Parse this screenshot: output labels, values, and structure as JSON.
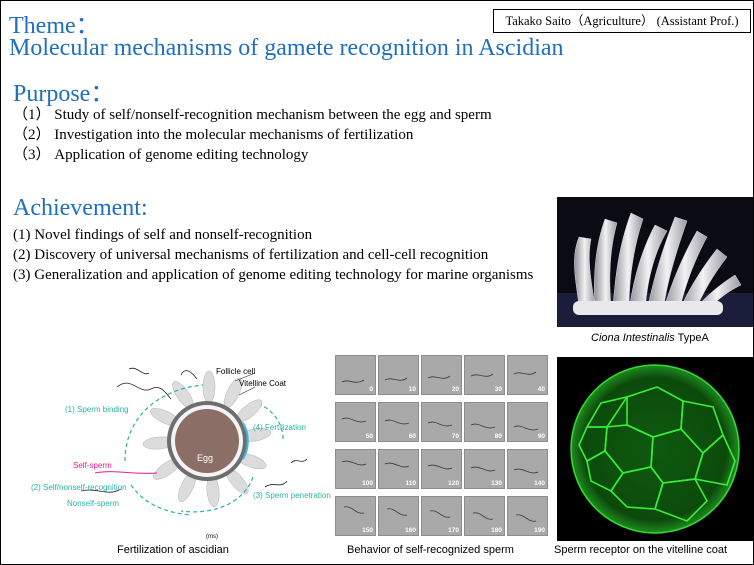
{
  "theme_label": "Theme：",
  "title": "Molecular mechanisms of gamete recognition in Ascidian",
  "author": "Takako Saito（Agriculture） (Assistant Prof.)",
  "purpose": {
    "heading": "Purpose：",
    "items": [
      "（1） Study of self/nonself-recognition mechanism between the egg and sperm",
      "（2） Investigation into the molecular mechanisms of fertilization",
      "（3） Application of genome editing technology"
    ]
  },
  "achievement": {
    "heading": "Achievement:",
    "items": [
      "(1) Novel findings of self and nonself-recognition",
      "(2) Discovery of universal mechanisms of fertilization and cell-cell recognition",
      "(3) Generalization and application of genome editing technology for marine organisms"
    ]
  },
  "photo_caption": {
    "italic": "Ciona Intestinalis",
    "normal": " TypeA"
  },
  "diagram": {
    "follicle_cell": "Follicle cell",
    "vitelline_coat": "Vitelline Coat",
    "sperm_binding": "(1) Sperm binding",
    "fertilization": "(4) Fertilization",
    "egg": "Egg",
    "self_sperm": "Self-sperm",
    "self_nonself": "(2) Self/nonself-recognition",
    "nonself_sperm": "Nonself-sperm",
    "sperm_penetration": "(3) Sperm penetration",
    "caption": "Fertilization of ascidian"
  },
  "timelapse": {
    "labels": [
      "0",
      "10",
      "20",
      "30",
      "40",
      "50",
      "60",
      "70",
      "80",
      "90",
      "100",
      "110",
      "120",
      "130",
      "140",
      "150",
      "160",
      "170",
      "180",
      "190"
    ],
    "unit": "(ms)",
    "caption": "Behavior of self-recognized sperm"
  },
  "micro_caption": "Sperm receptor on the vitelline coat",
  "colors": {
    "heading": "#1f6fbf",
    "diagram_teal": "#2bb3a3",
    "self_sperm": "#e02090",
    "micro_green": "#3cff3c"
  }
}
